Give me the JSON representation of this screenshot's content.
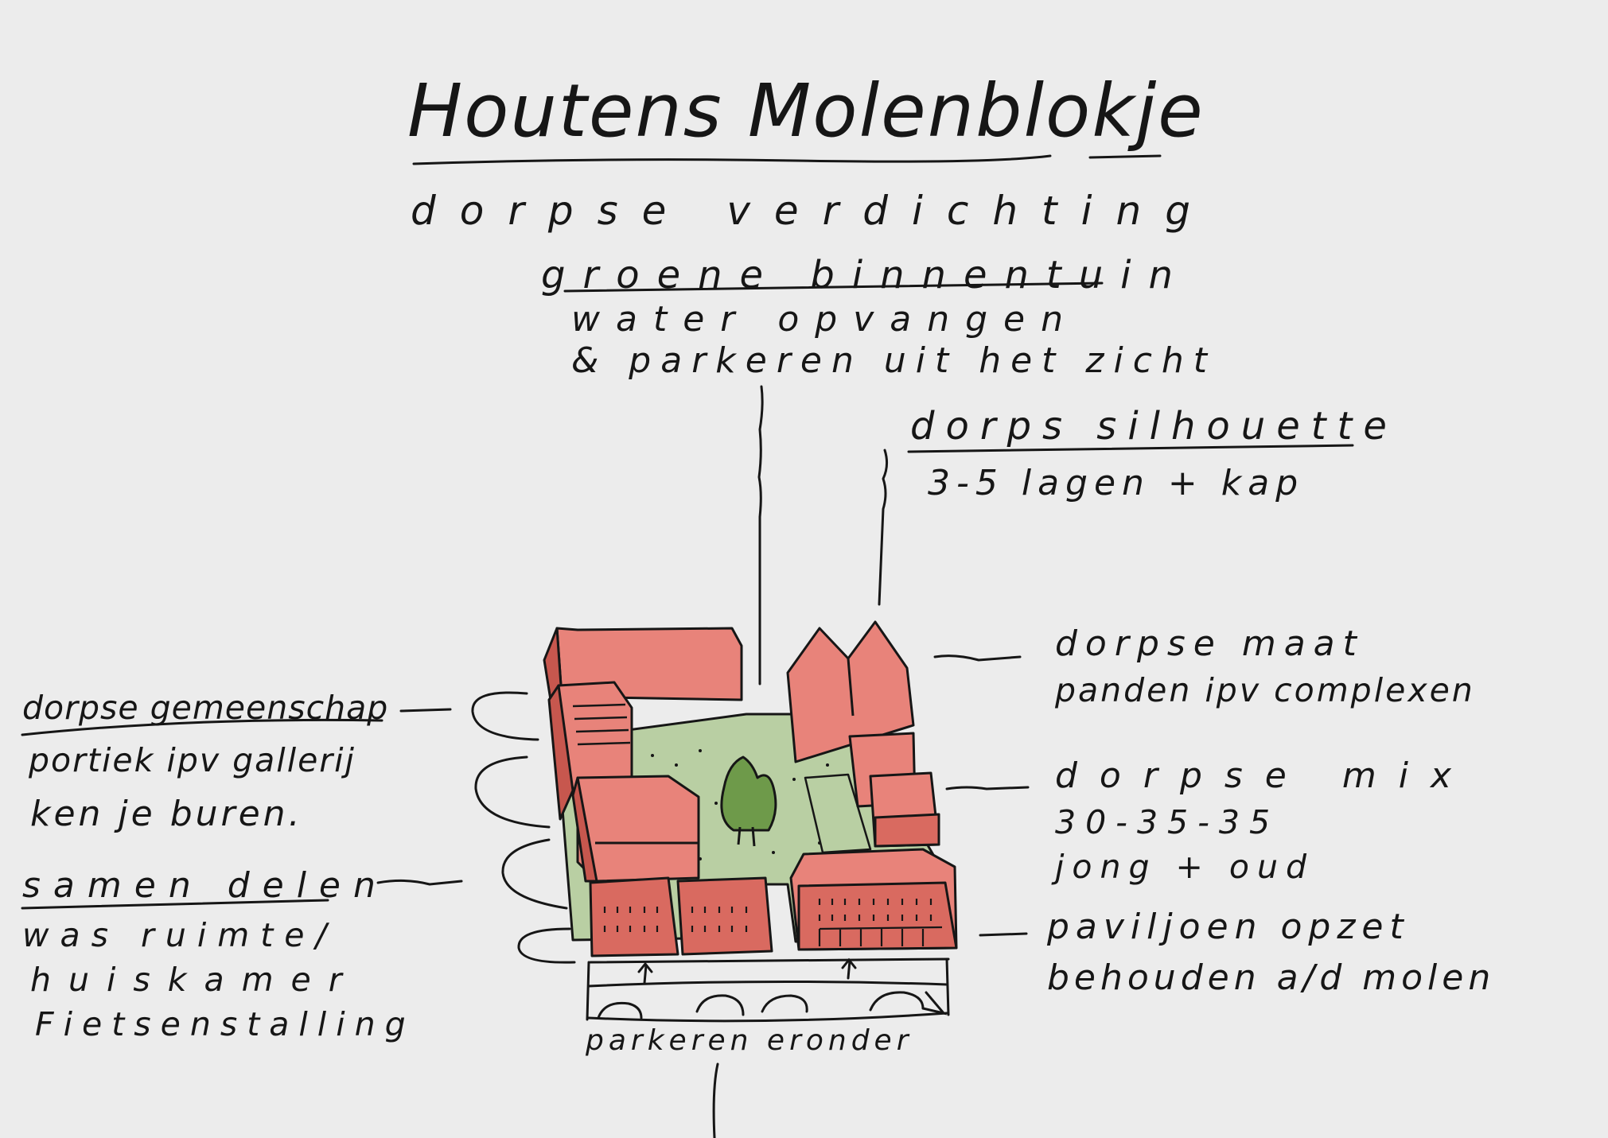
{
  "title": "Houtens Molenblokje",
  "subtitle": "dorpse verdichting",
  "top_note": {
    "heading": "groene binnentuin",
    "line1": "water opvangen",
    "line2": "& parkeren uit het zicht"
  },
  "silhouette_note": {
    "heading": "dorps silhouette",
    "line1": "3-5 lagen + kap"
  },
  "right_notes": {
    "maat": {
      "line1": "dorpse maat",
      "line2": "panden ipv complexen"
    },
    "mix": {
      "line1": "dorpse mix",
      "line2": "30-35-35",
      "line3": "jong + oud"
    },
    "paviljoen": {
      "line1": "paviljoen opzet",
      "line2": "behouden a/d molen"
    }
  },
  "left_notes": {
    "gemeenschap": {
      "heading": "dorpse gemeenschap",
      "line1": "portiek ipv gallerij",
      "line2": "ken je buren."
    },
    "samen": {
      "heading": "samen delen",
      "line1": "was ruimte/",
      "line2": "huiskamer",
      "line3": "Fietsenstalling"
    }
  },
  "parking_label": "parkeren eronder",
  "colors": {
    "background": "#ececec",
    "ink": "#161616",
    "building_roof": "#e8837a",
    "building_front": "#d96a60",
    "building_side": "#c7574e",
    "courtyard": "#b9cfa3",
    "tree": "#6e9a4a"
  }
}
